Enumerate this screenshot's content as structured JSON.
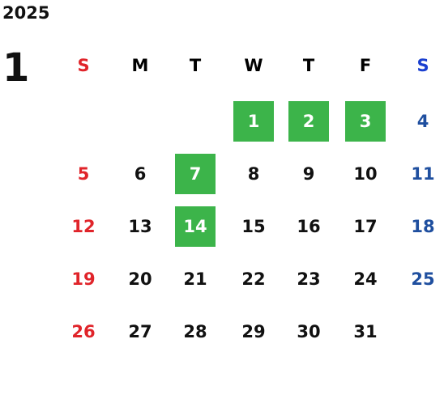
{
  "year": "2025",
  "month": "1",
  "colors": {
    "sunday": "#e0242a",
    "saturday": "#1f4f9f",
    "saturday_header": "#1a3fd0",
    "holiday_bg": "#3cb44a",
    "holiday_text": "#ffffff",
    "weekday": "#111111"
  },
  "weekdays": [
    "S",
    "M",
    "T",
    "W",
    "T",
    "F",
    "S"
  ],
  "weeks": [
    [
      "",
      "",
      "",
      "1",
      "2",
      "3",
      "4"
    ],
    [
      "5",
      "6",
      "7",
      "8",
      "9",
      "10",
      "11"
    ],
    [
      "12",
      "13",
      "14",
      "15",
      "16",
      "17",
      "18"
    ],
    [
      "19",
      "20",
      "21",
      "22",
      "23",
      "24",
      "25"
    ],
    [
      "26",
      "27",
      "28",
      "29",
      "30",
      "31",
      ""
    ]
  ],
  "highlighted_days": [
    "1",
    "2",
    "3",
    "7",
    "14"
  ]
}
